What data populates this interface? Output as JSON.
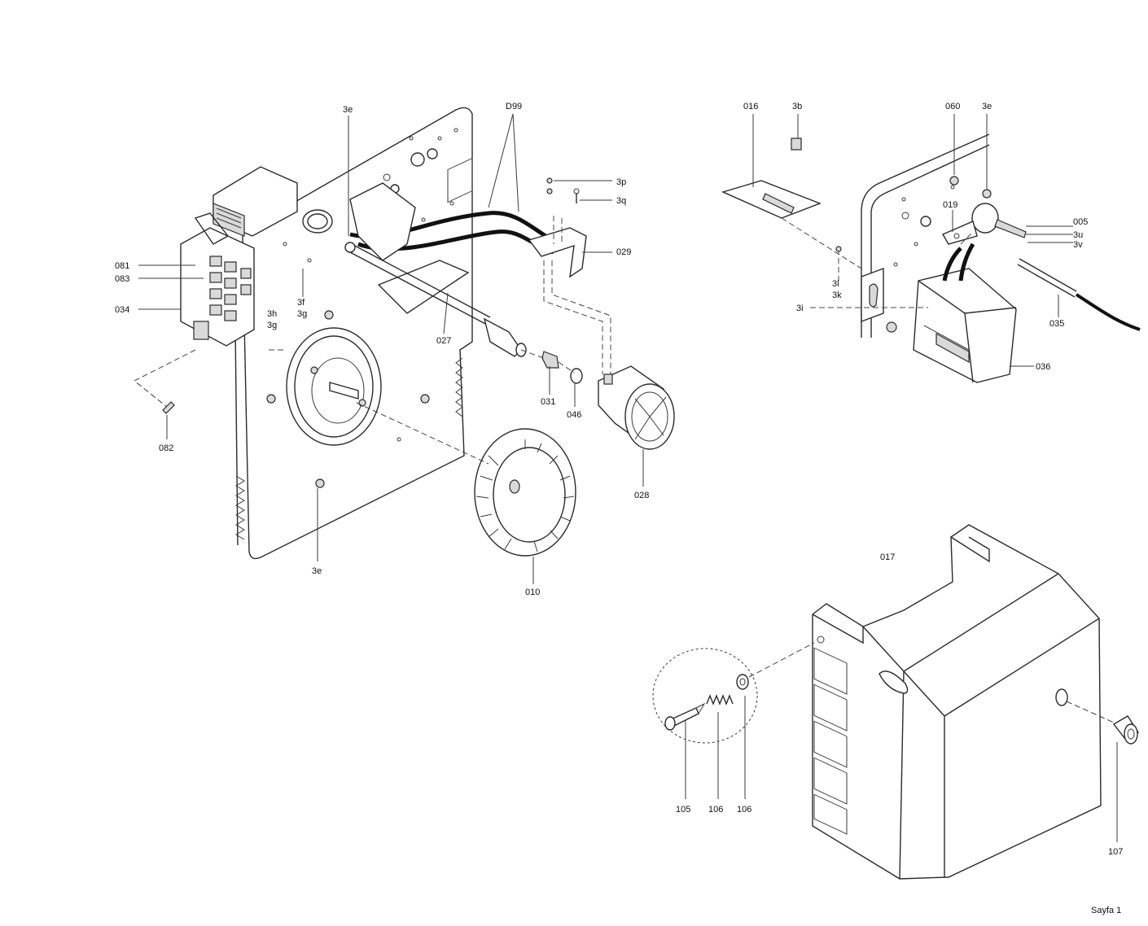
{
  "labels": {
    "l_3e_top": "3e",
    "l_d99": "D99",
    "l_3p": "3p",
    "l_3q": "3q",
    "l_029": "029",
    "l_081": "081",
    "l_083": "083",
    "l_034": "034",
    "l_3f": "3f",
    "l_3g_a": "3g",
    "l_3h": "3h",
    "l_3g_b": "3g",
    "l_027": "027",
    "l_031": "031",
    "l_046": "046",
    "l_082": "082",
    "l_028": "028",
    "l_010": "010",
    "l_3e_bottom": "3e",
    "l_016": "016",
    "l_3b": "3b",
    "l_060": "060",
    "l_3e_right": "3e",
    "l_019": "019",
    "l_005": "005",
    "l_3u": "3u",
    "l_3v": "3v",
    "l_3l": "3l",
    "l_3k": "3k",
    "l_3i": "3i",
    "l_035": "035",
    "l_036": "036",
    "l_017": "017",
    "l_105": "105",
    "l_106a": "106",
    "l_106b": "106",
    "l_107": "107"
  },
  "footer": {
    "page": "Sayfa 1"
  }
}
